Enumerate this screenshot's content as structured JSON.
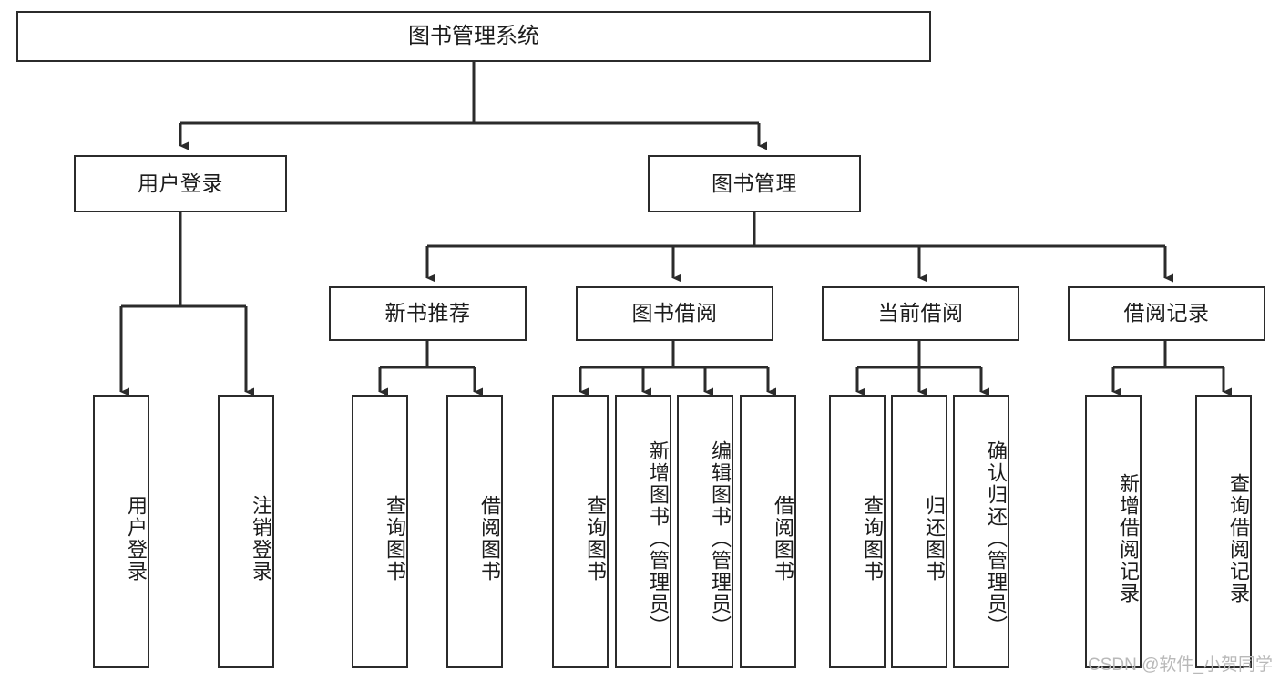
{
  "diagram": {
    "type": "tree-hierarchy",
    "title": "图书管理系统",
    "orientation": "top-down",
    "edge_color": "#2b2b2b",
    "box_border_color": "#2b2b2b",
    "background_color": "#ffffff",
    "text_color": "#1c1c1c"
  },
  "nodes": {
    "root": {
      "label": "图书管理系统"
    },
    "level2": [
      {
        "id": "user-login",
        "label": "用户登录"
      },
      {
        "id": "book-manage",
        "label": "图书管理"
      }
    ],
    "level3": [
      {
        "id": "new-book-recommend",
        "label": "新书推荐"
      },
      {
        "id": "book-borrow",
        "label": "图书借阅"
      },
      {
        "id": "current-borrow",
        "label": "当前借阅"
      },
      {
        "id": "borrow-record",
        "label": "借阅记录"
      }
    ],
    "leaves": {
      "user_login": [
        {
          "id": "leaf-user-login",
          "label": "用户登录"
        },
        {
          "id": "leaf-logout-login",
          "label": "注销登录"
        }
      ],
      "new_book_recommend": [
        {
          "id": "leaf-query-book-1",
          "label": "查询图书"
        },
        {
          "id": "leaf-borrow-book-1",
          "label": "借阅图书"
        }
      ],
      "book_borrow": [
        {
          "id": "leaf-query-book-2",
          "label": "查询图书"
        },
        {
          "id": "leaf-add-book",
          "label": "新增图书（管理员）"
        },
        {
          "id": "leaf-edit-book",
          "label": "编辑图书（管理员）"
        },
        {
          "id": "leaf-borrow-book-2",
          "label": "借阅图书"
        }
      ],
      "current_borrow": [
        {
          "id": "leaf-query-book-3",
          "label": "查询图书"
        },
        {
          "id": "leaf-return-book",
          "label": "归还图书"
        },
        {
          "id": "leaf-confirm-return",
          "label": "确认归还（管理员）"
        }
      ],
      "borrow_record": [
        {
          "id": "leaf-add-record",
          "label": "新增借阅记录"
        },
        {
          "id": "leaf-query-record",
          "label": "查询借阅记录"
        }
      ]
    }
  },
  "watermark": {
    "text": "CSDN @软件_小贺同学"
  }
}
